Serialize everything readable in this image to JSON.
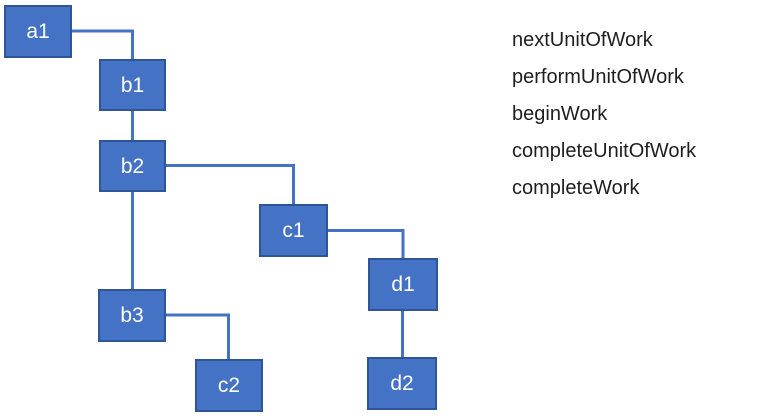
{
  "diagram": {
    "title": "fiber-tree-diagram",
    "nodes": [
      {
        "id": "a1",
        "label": "a1"
      },
      {
        "id": "b1",
        "label": "b1"
      },
      {
        "id": "b2",
        "label": "b2"
      },
      {
        "id": "b3",
        "label": "b3"
      },
      {
        "id": "c1",
        "label": "c1"
      },
      {
        "id": "c2",
        "label": "c2"
      },
      {
        "id": "d1",
        "label": "d1"
      },
      {
        "id": "d2",
        "label": "d2"
      }
    ],
    "edges": [
      {
        "from": "a1",
        "to": "b1",
        "shape": "elbow-right-down"
      },
      {
        "from": "b1",
        "to": "b2",
        "shape": "straight-down"
      },
      {
        "from": "b2",
        "to": "c1",
        "shape": "elbow-right-down"
      },
      {
        "from": "b2",
        "to": "b3",
        "shape": "straight-down"
      },
      {
        "from": "b3",
        "to": "c2",
        "shape": "elbow-right-down"
      },
      {
        "from": "c1",
        "to": "d1",
        "shape": "elbow-right-down"
      },
      {
        "from": "d1",
        "to": "d2",
        "shape": "straight-down"
      }
    ]
  },
  "legend": {
    "items": [
      "nextUnitOfWork",
      "performUnitOfWork",
      "beginWork",
      "completeUnitOfWork",
      "completeWork"
    ]
  },
  "colors": {
    "node_fill": "#4472C4",
    "node_border": "#2F5597",
    "connector": "#4472C4",
    "node_text": "#FFFFFF",
    "legend_text": "#1F1F1F",
    "background": "#FFFFFF"
  }
}
